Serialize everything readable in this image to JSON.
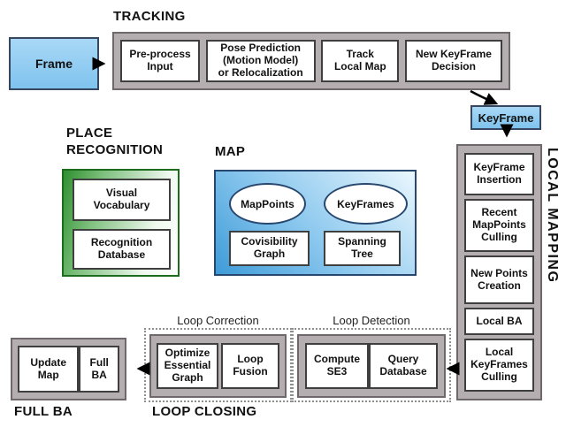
{
  "nodes": {
    "frame": "Frame",
    "keyframe": "KeyFrame"
  },
  "sections": {
    "tracking": {
      "heading": "TRACKING",
      "steps": [
        "Pre-process\nInput",
        "Pose Prediction\n(Motion Model)\nor Relocalization",
        "Track\nLocal Map",
        "New KeyFrame\nDecision"
      ]
    },
    "place_recognition": {
      "heading": "PLACE\nRECOGNITION",
      "items": [
        "Visual\nVocabulary",
        "Recognition\nDatabase"
      ]
    },
    "map": {
      "heading": "MAP",
      "ellipses": [
        "MapPoints",
        "KeyFrames"
      ],
      "boxes": [
        "Covisibility\nGraph",
        "Spanning\nTree"
      ]
    },
    "local_mapping": {
      "heading": "LOCAL MAPPING",
      "steps": [
        "KeyFrame\nInsertion",
        "Recent\nMapPoints\nCulling",
        "New Points\nCreation",
        "Local BA",
        "Local\nKeyFrames\nCulling"
      ]
    },
    "loop_closing": {
      "heading": "LOOP CLOSING",
      "loop_correction": {
        "label": "Loop Correction",
        "steps": [
          "Optimize\nEssential\nGraph",
          "Loop\nFusion"
        ]
      },
      "loop_detection": {
        "label": "Loop Detection",
        "steps": [
          "Compute\nSE3",
          "Query\nDatabase"
        ]
      }
    },
    "full_ba": {
      "heading": "FULL BA",
      "steps": [
        "Update\nMap",
        "Full\nBA"
      ]
    }
  },
  "colors": {
    "frame_fill": "#87C9F1",
    "keyframe_fill": "#A8D4F4",
    "container_gray": "#B5AEB0",
    "map_gradient_dark": "#3E9BD8",
    "map_gradient_light": "#EAF7FE",
    "green_gradient_dark": "#2F8F2F",
    "green_gradient_light": "#FFFFFF",
    "arrow": "#000000"
  }
}
